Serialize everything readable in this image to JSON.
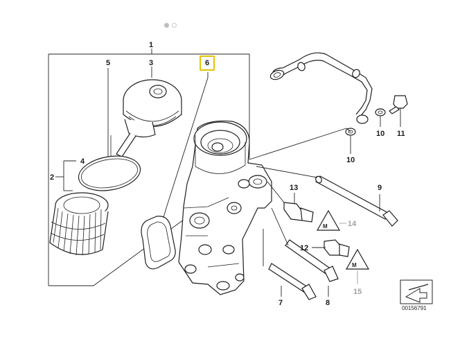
{
  "diagram": {
    "callouts": [
      {
        "id": "c1",
        "label": "1"
      },
      {
        "id": "c3",
        "label": "3"
      },
      {
        "id": "c5",
        "label": "5"
      },
      {
        "id": "c4",
        "label": "4"
      },
      {
        "id": "c2",
        "label": "2"
      },
      {
        "id": "c6",
        "label": "6"
      },
      {
        "id": "c10a",
        "label": "10"
      },
      {
        "id": "c11",
        "label": "11"
      },
      {
        "id": "c10b",
        "label": "10"
      },
      {
        "id": "c9",
        "label": "9"
      },
      {
        "id": "c13",
        "label": "13"
      },
      {
        "id": "c14",
        "label": "14"
      },
      {
        "id": "c12",
        "label": "12"
      },
      {
        "id": "c15",
        "label": "15"
      },
      {
        "id": "c7",
        "label": "7"
      },
      {
        "id": "c8",
        "label": "8"
      }
    ],
    "highlighted_callout": "6",
    "doc_number": "00156791"
  },
  "carousel": {
    "pages": 2,
    "active_page": 1
  }
}
